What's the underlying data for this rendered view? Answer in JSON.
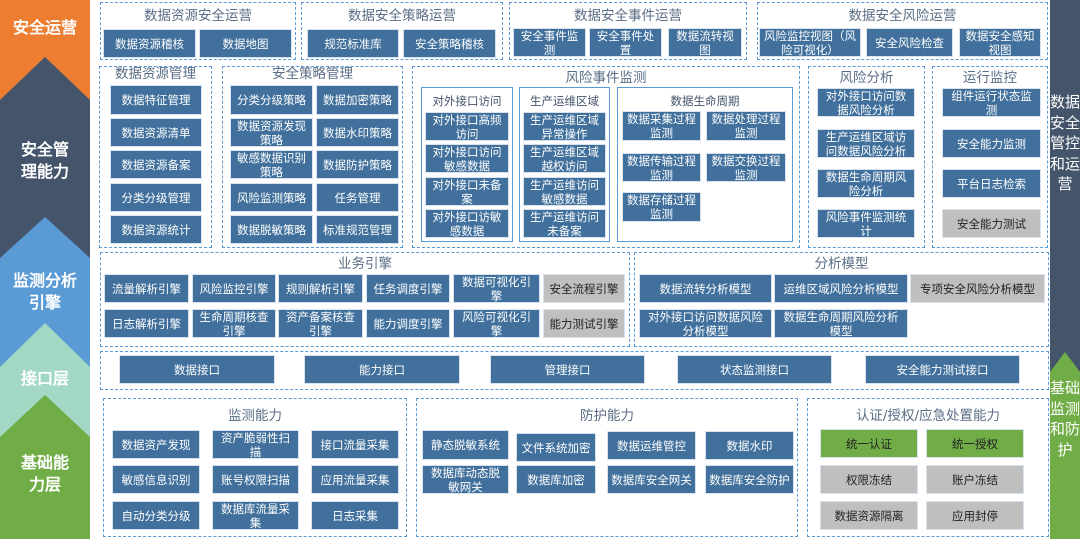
{
  "left_layers": [
    "安全运营",
    "安全管理能力",
    "监测分析引擎",
    "接口层",
    "基础能力层"
  ],
  "right_layers": [
    "数据安全管控和运营",
    "基础监测和防护"
  ],
  "colors": {
    "orange": "#ed7d31",
    "slate": "#44546a",
    "blue": "#5b9bd5",
    "mint": "#a3d8c4",
    "green": "#70ad47",
    "button": "#41709c",
    "gray": "#bfbfbf"
  },
  "sections": {
    "ops_resource": {
      "title": "数据资源安全运营",
      "items": [
        {
          "label": "数据资源稽核"
        },
        {
          "label": "数据地图"
        }
      ]
    },
    "ops_policy": {
      "title": "数据安全策略运营",
      "items": [
        {
          "label": "规范标准库"
        },
        {
          "label": "安全策略稽核"
        }
      ]
    },
    "ops_event": {
      "title": "数据安全事件运营",
      "items": [
        {
          "label": "安全事件监测"
        },
        {
          "label": "安全事件处置"
        },
        {
          "label": "数据流转视图"
        }
      ]
    },
    "ops_risk": {
      "title": "数据安全风险运营",
      "items": [
        {
          "label": "风险监控视图（风险可视化）"
        },
        {
          "label": "安全风险检查"
        },
        {
          "label": "数据安全感知视图"
        }
      ]
    },
    "resource_mgmt": {
      "title": "数据资源管理",
      "items": [
        {
          "label": "数据特征管理"
        },
        {
          "label": "数据资源清单"
        },
        {
          "label": "数据资源备案"
        },
        {
          "label": "分类分级管理"
        },
        {
          "label": "数据资源统计"
        }
      ]
    },
    "policy_mgmt": {
      "title": "安全策略管理",
      "items": [
        {
          "label": "分类分级策略"
        },
        {
          "label": "数据加密策略"
        },
        {
          "label": "数据资源发现策略"
        },
        {
          "label": "数据水印策略"
        },
        {
          "label": "敏感数据识别策略"
        },
        {
          "label": "数据防护策略"
        },
        {
          "label": "风险监测策略"
        },
        {
          "label": "任务管理"
        },
        {
          "label": "数据脱敏策略"
        },
        {
          "label": "标准规范管理"
        }
      ]
    },
    "risk_event": {
      "title": "风险事件监测"
    },
    "external_access": {
      "title": "对外接口访问",
      "items": [
        {
          "label": "对外接口高频访问"
        },
        {
          "label": "对外接口访问敏感数据"
        },
        {
          "label": "对外接口未备案"
        },
        {
          "label": "对外接口访敏感数据"
        }
      ]
    },
    "prod_ops": {
      "title": "生产运维区域",
      "items": [
        {
          "label": "生产运维区域异常操作"
        },
        {
          "label": "生产运维区域越权访问"
        },
        {
          "label": "生产运维访问敏感数据"
        },
        {
          "label": "生产运维访问未备案"
        }
      ]
    },
    "lifecycle": {
      "title": "数据生命周期",
      "items": [
        {
          "label": "数据采集过程监测"
        },
        {
          "label": "数据处理过程监测"
        },
        {
          "label": "数据传输过程监测"
        },
        {
          "label": "数据交换过程监测"
        },
        {
          "label": "数据存储过程监测"
        }
      ]
    },
    "risk_analysis": {
      "title": "风险分析",
      "items": [
        {
          "label": "对外接口访问数据风险分析"
        },
        {
          "label": "生产运维区域访问数据风险分析"
        },
        {
          "label": "数据生命周期风险分析"
        },
        {
          "label": "风险事件监测统计"
        }
      ]
    },
    "run_monitor": {
      "title": "运行监控",
      "items": [
        {
          "label": "组件运行状态监测"
        },
        {
          "label": "安全能力监测"
        },
        {
          "label": "平台日志检索"
        },
        {
          "label": "安全能力测试",
          "tone": "gray"
        }
      ]
    },
    "biz_engine": {
      "title": "业务引擎",
      "items": [
        {
          "label": "流量解析引擎"
        },
        {
          "label": "风险监控引擎"
        },
        {
          "label": "规则解析引擎"
        },
        {
          "label": "任务调度引擎"
        },
        {
          "label": "数据可视化引擎"
        },
        {
          "label": "安全流程引擎",
          "tone": "gray"
        },
        {
          "label": "日志解析引擎"
        },
        {
          "label": "生命周期核查引擎"
        },
        {
          "label": "资产备案核查引擎"
        },
        {
          "label": "能力调度引擎"
        },
        {
          "label": "风险可视化引擎"
        },
        {
          "label": "能力测试引擎",
          "tone": "gray"
        }
      ]
    },
    "analysis_model": {
      "title": "分析模型",
      "items": [
        {
          "label": "数据流转分析模型"
        },
        {
          "label": "运维区域风险分析模型"
        },
        {
          "label": "专项安全风险分析模型",
          "tone": "gray"
        },
        {
          "label": "对外接口访问数据风险分析模型"
        },
        {
          "label": "数据生命周期风险分析模型"
        }
      ]
    },
    "interfaces": {
      "items": [
        {
          "label": "数据接口"
        },
        {
          "label": "能力接口"
        },
        {
          "label": "管理接口"
        },
        {
          "label": "状态监测接口"
        },
        {
          "label": "安全能力测试接口"
        }
      ]
    },
    "monitor_cap": {
      "title": "监测能力",
      "items": [
        {
          "label": "数据资产发现"
        },
        {
          "label": "资产脆弱性扫描"
        },
        {
          "label": "接口流量采集"
        },
        {
          "label": "敏感信息识别"
        },
        {
          "label": "账号权限扫描"
        },
        {
          "label": "应用流量采集"
        },
        {
          "label": "自动分类分级"
        },
        {
          "label": "数据库流量采集"
        },
        {
          "label": "日志采集"
        }
      ]
    },
    "protect_cap": {
      "title": "防护能力",
      "items": [
        {
          "label": "静态脱敏系统"
        },
        {
          "label": "文件系统加密"
        },
        {
          "label": "数据运维管控"
        },
        {
          "label": "数据水印"
        },
        {
          "label": "数据库动态脱敏网关"
        },
        {
          "label": "数据库加密"
        },
        {
          "label": "数据库安全网关"
        },
        {
          "label": "数据库安全防护"
        }
      ]
    },
    "auth_cap": {
      "title": "认证/授权/应急处置能力",
      "items": [
        {
          "label": "统一认证",
          "tone": "green"
        },
        {
          "label": "统一授权",
          "tone": "green"
        },
        {
          "label": "权限冻结",
          "tone": "gray"
        },
        {
          "label": "账户冻结",
          "tone": "gray"
        },
        {
          "label": "数据资源隔离",
          "tone": "gray"
        },
        {
          "label": "应用封停",
          "tone": "gray"
        }
      ]
    }
  }
}
